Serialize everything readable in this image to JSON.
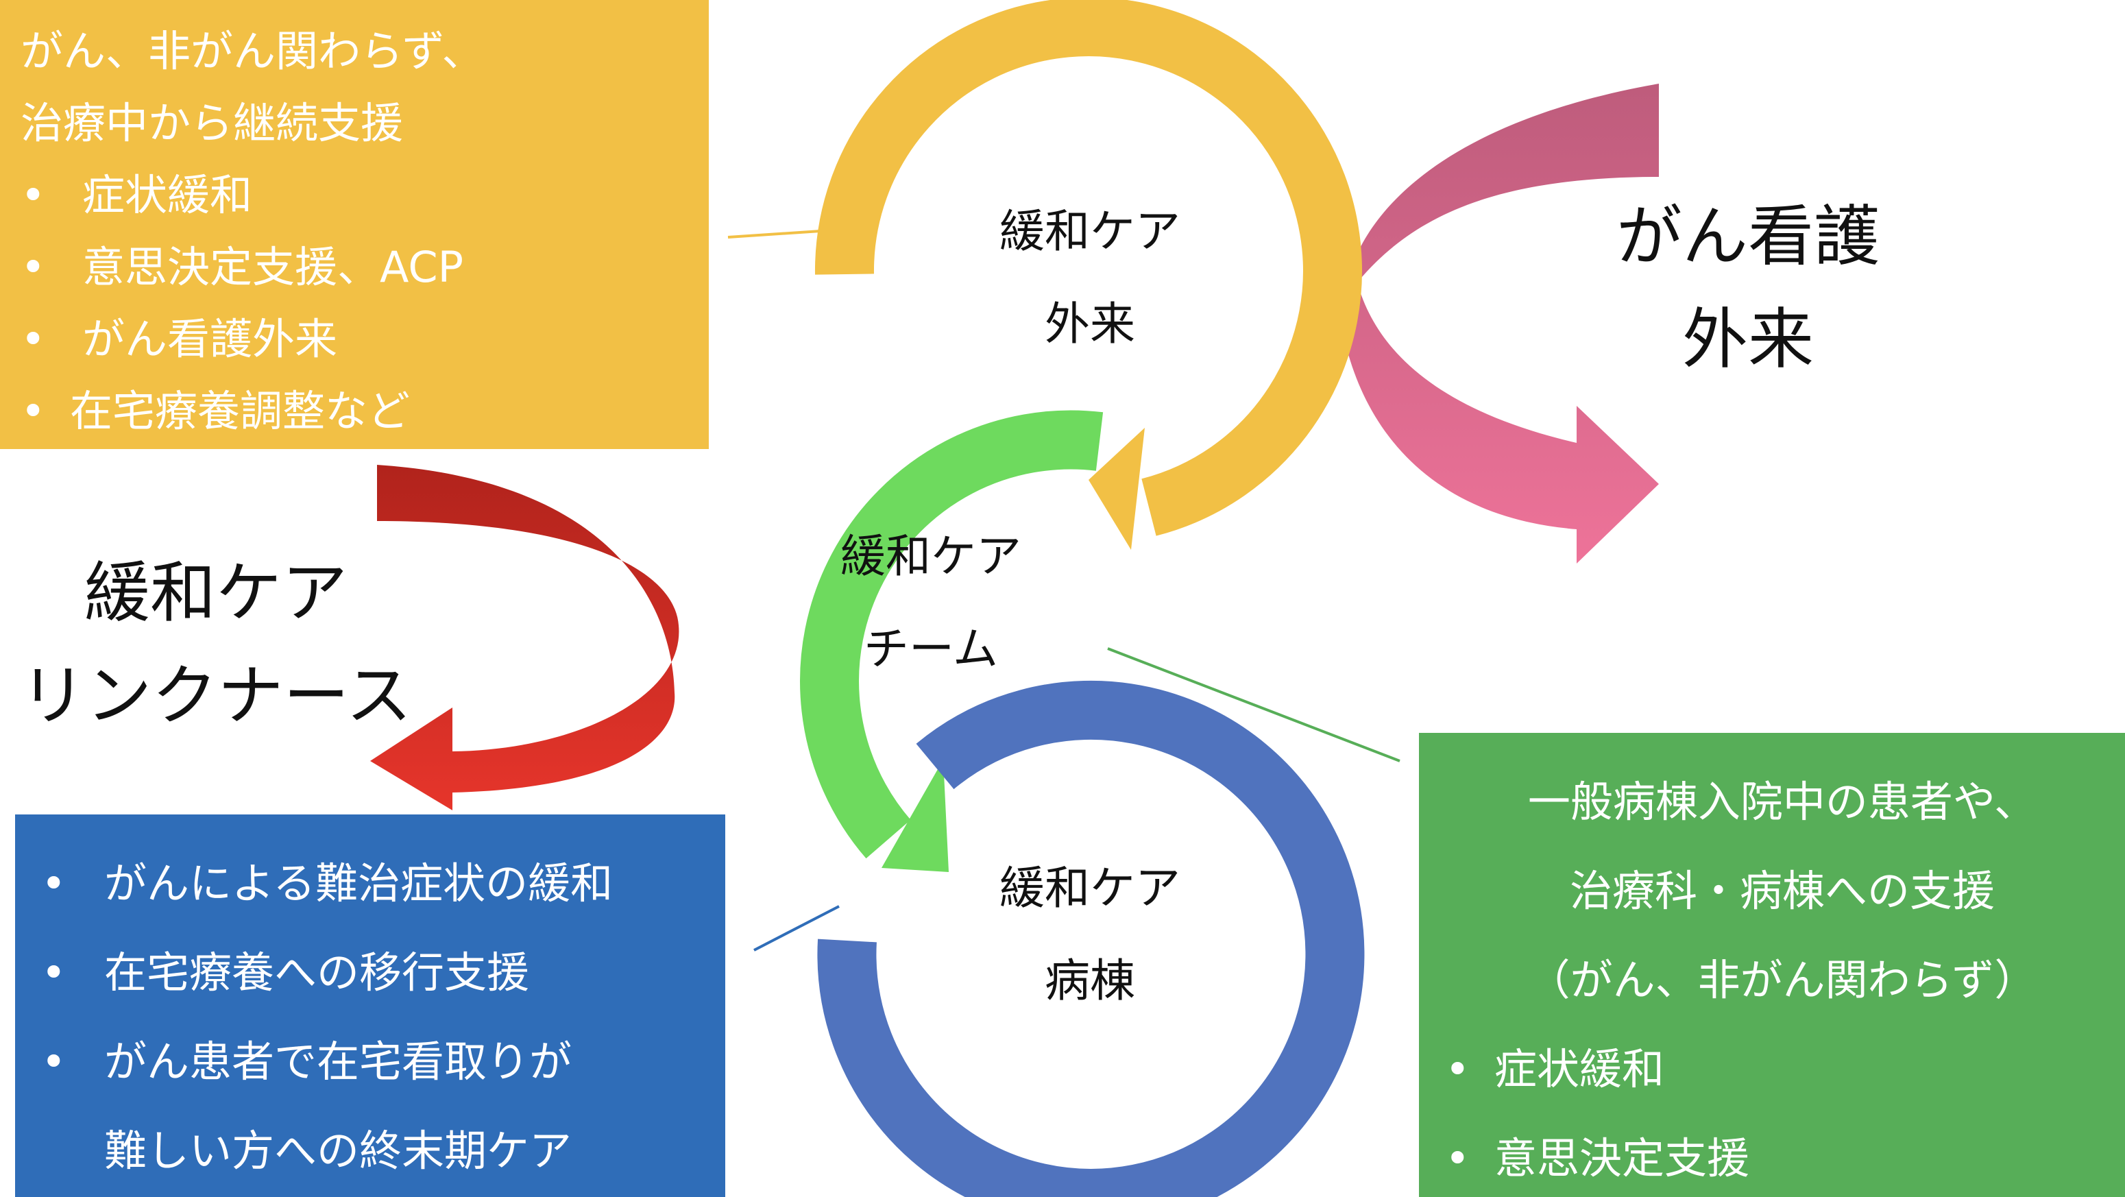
{
  "colors": {
    "outpatient_ring": "#F2C045",
    "team_ring": "#6EDA5E",
    "ward_ring": "#5073BE",
    "pink_arrow_top": "#BE5C7C",
    "pink_arrow_bottom": "#EE7399",
    "red_arrow_top": "#B1231C",
    "red_arrow_bottom": "#E6352B",
    "box_outpatient": "#F2C045",
    "box_ward": "#2F6DB8",
    "box_team": "#57AE58"
  },
  "nodes": {
    "outpatient": {
      "line1": "緩和ケア",
      "line2": "外来"
    },
    "team": {
      "line1": "緩和ケア",
      "line2": "チーム"
    },
    "ward": {
      "line1": "緩和ケア",
      "line2": "病棟"
    },
    "nursing_outpatient": {
      "line1": "がん看護",
      "line2": "外来"
    },
    "link_nurse": {
      "line1": "緩和ケア",
      "line2": "リンクナース"
    }
  },
  "box_outpatient": {
    "intro": [
      "がん、非がん関わらず、",
      "治療中から継続支援"
    ],
    "bullet": "•",
    "items": [
      "症状緩和",
      "意思決定支援、ACP",
      "がん看護外来",
      "在宅療養調整など"
    ]
  },
  "box_ward": {
    "bullet": "•",
    "items": [
      "がんによる難治症状の緩和",
      "在宅療養への移行支援",
      "がん患者で在宅看取りが",
      "難しい方への終末期ケア"
    ]
  },
  "box_team": {
    "intro": [
      "一般病棟入院中の患者や、",
      "治療科・病棟への支援",
      "（がん、非がん関わらず）"
    ],
    "bullet": "•",
    "items": [
      "症状緩和",
      "意思決定支援"
    ]
  }
}
